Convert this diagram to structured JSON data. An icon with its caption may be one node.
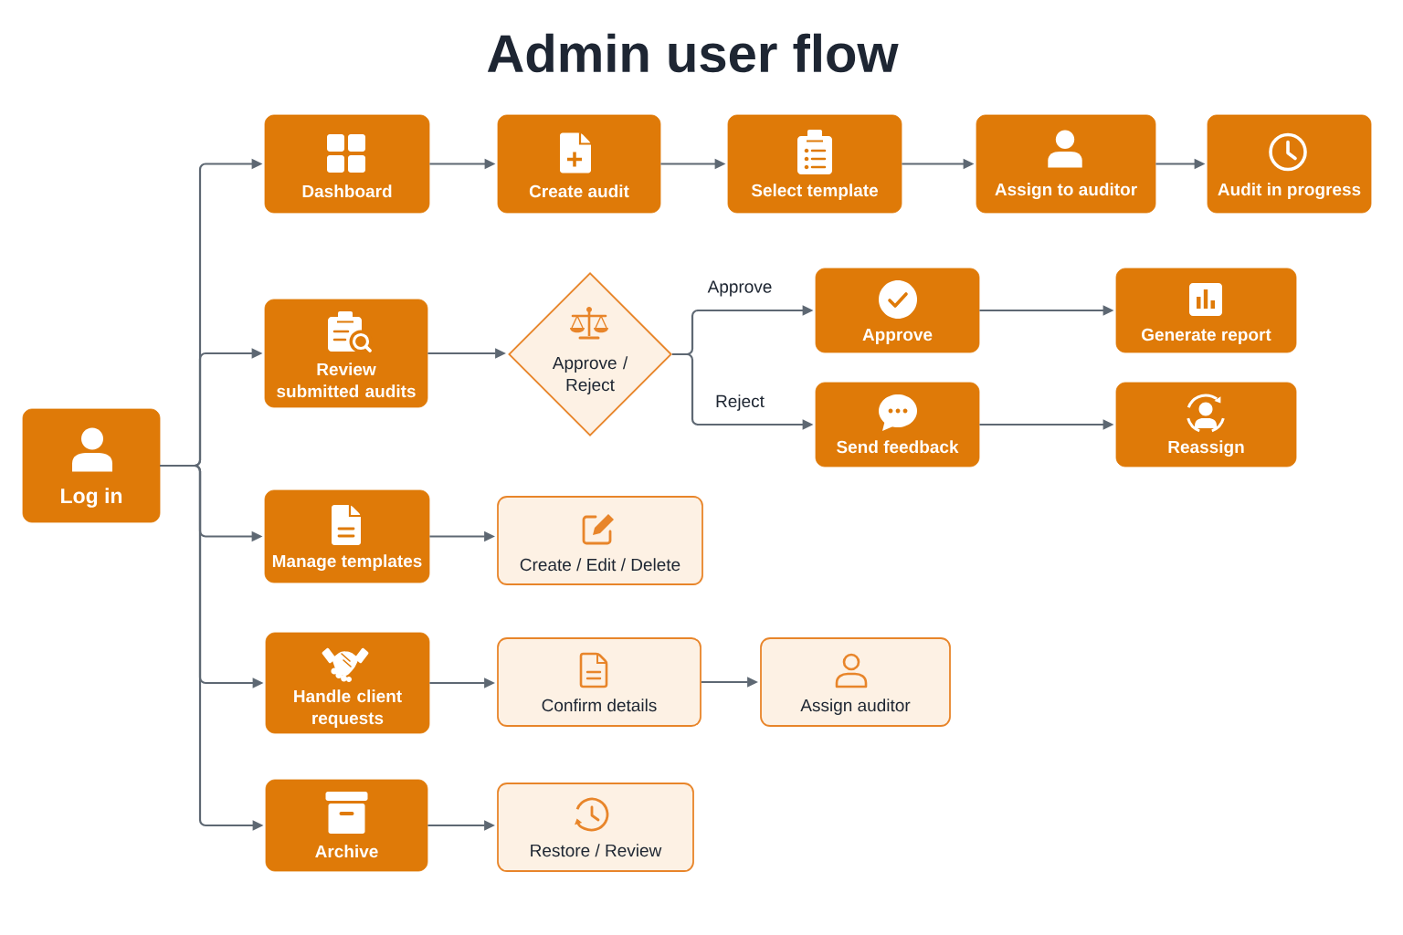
{
  "diagram": {
    "title": "Admin user flow",
    "nodes": [
      {
        "text": [
          "Log in"
        ]
      },
      {
        "text": [
          "Dashboard"
        ]
      },
      {
        "text": [
          "Create audit"
        ]
      },
      {
        "text": [
          "Select template"
        ]
      },
      {
        "text": [
          "Assign to auditor"
        ]
      },
      {
        "text": [
          "Audit in progress"
        ]
      },
      {
        "text": [
          "Review submitted audits"
        ]
      },
      {
        "text": [
          "Approve / Reject"
        ]
      },
      {
        "text": [
          "Approve"
        ]
      },
      {
        "text": [
          "Generate report"
        ]
      },
      {
        "text": [
          "Send feedback"
        ]
      },
      {
        "text": [
          "Reassign"
        ]
      },
      {
        "text": [
          "Manage templates"
        ]
      },
      {
        "text": [
          "Create / Edit / Delete"
        ]
      },
      {
        "text": [
          "Handle client requests"
        ]
      },
      {
        "text": [
          "Confirm details"
        ]
      },
      {
        "text": [
          "Assign auditor"
        ]
      },
      {
        "text": [
          "Archive"
        ]
      },
      {
        "text": [
          "Restore / Review"
        ]
      }
    ],
    "edges": [
      {
        "from": 0,
        "to": 1,
        "arrow": "to"
      },
      {
        "from": 0,
        "to": 6,
        "arrow": "to"
      },
      {
        "from": 0,
        "to": 12,
        "arrow": "to"
      },
      {
        "from": 0,
        "to": 14,
        "arrow": "to"
      },
      {
        "from": 0,
        "to": 17,
        "arrow": "to"
      },
      {
        "from": 1,
        "to": 2,
        "arrow": "to"
      },
      {
        "from": 2,
        "to": 3,
        "arrow": "to"
      },
      {
        "from": 3,
        "to": 4,
        "arrow": "to"
      },
      {
        "from": 4,
        "to": 5,
        "arrow": "to"
      },
      {
        "from": 6,
        "to": 7,
        "arrow": "to"
      },
      {
        "from": 7,
        "to": 8,
        "arrow": "to",
        "label": "Approve"
      },
      {
        "from": 7,
        "to": 10,
        "arrow": "to",
        "label": "Reject"
      },
      {
        "from": 8,
        "to": 9,
        "arrow": "to"
      },
      {
        "from": 10,
        "to": 11,
        "arrow": "to"
      },
      {
        "from": 12,
        "to": 13,
        "arrow": "to"
      },
      {
        "from": 14,
        "to": 15,
        "arrow": "to"
      },
      {
        "from": 15,
        "to": 16,
        "arrow": "to"
      },
      {
        "from": 17,
        "to": 18,
        "arrow": "to"
      }
    ]
  }
}
